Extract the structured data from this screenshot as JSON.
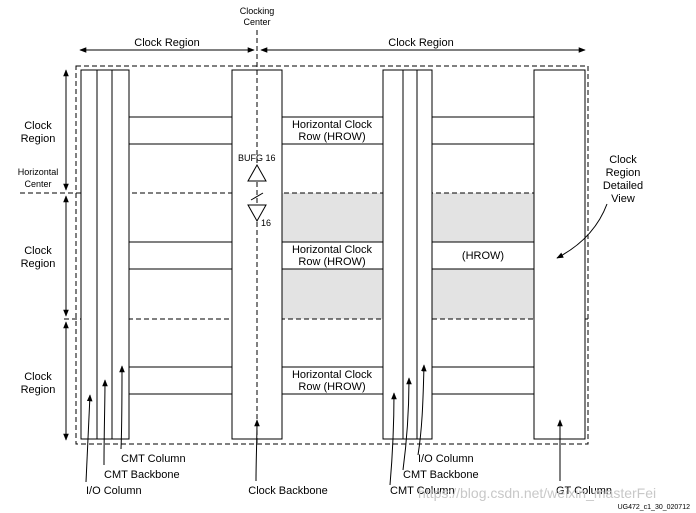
{
  "top": {
    "clocking_center": [
      "Clocking",
      "Center"
    ],
    "clock_region_left": "Clock Region",
    "clock_region_right": "Clock Region"
  },
  "left": {
    "region_top": [
      "Clock",
      "Region"
    ],
    "horizontal_center": [
      "Horizontal",
      "Center"
    ],
    "region_middle": [
      "Clock",
      "Region"
    ],
    "region_bottom": [
      "Clock",
      "Region"
    ]
  },
  "hrow": {
    "full": [
      "Horizontal Clock",
      "Row (HROW)"
    ],
    "short": "(HROW)"
  },
  "bufg": {
    "label": "BUFG 16",
    "count": "16"
  },
  "detail": [
    "Clock",
    "Region",
    "Detailed",
    "View"
  ],
  "bottom": {
    "cmt_column_left": "CMT Column",
    "cmt_backbone_left": "CMT Backbone",
    "io_column_left": "I/O Column",
    "clock_backbone": "Clock Backbone",
    "io_column_right": "I/O Column",
    "cmt_backbone_right": "CMT Backbone",
    "cmt_column_right": "CMT Column",
    "gt_column": "GT Column"
  },
  "watermark": "https://blog.csdn.net/weixin_masterFei",
  "figure_id": "UG472_c1_30_020712",
  "colors": {
    "detail_fill": "#e3e3e3",
    "line": "#000000"
  }
}
